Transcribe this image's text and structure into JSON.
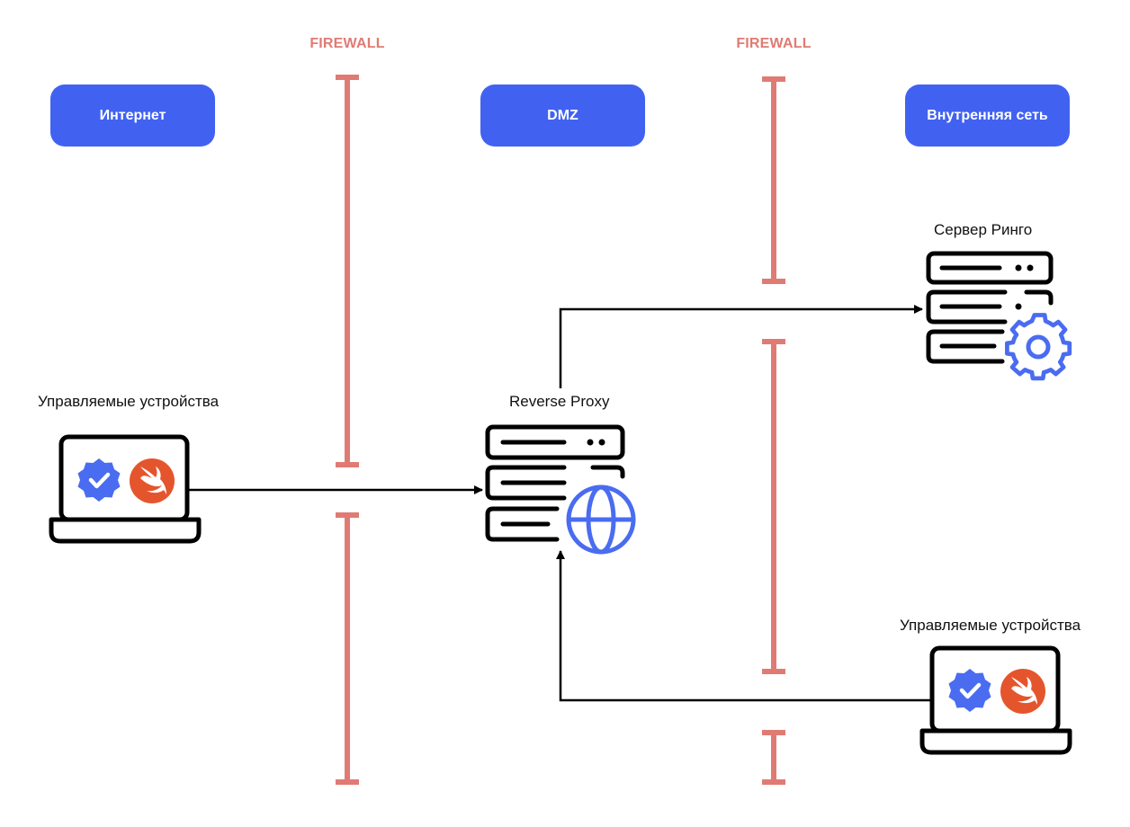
{
  "firewalls": [
    {
      "label": "FIREWALL"
    },
    {
      "label": "FIREWALL"
    }
  ],
  "zones": [
    {
      "label": "Интернет"
    },
    {
      "label": "DMZ"
    },
    {
      "label": "Внутренняя сеть"
    }
  ],
  "nodes": {
    "managed_devices_internet": {
      "label": "Управляемые устройства",
      "icon": "laptop-icon",
      "badges": [
        "verified-badge-icon",
        "swift-icon"
      ]
    },
    "reverse_proxy": {
      "label": "Reverse Proxy",
      "icon": "server-globe-icon"
    },
    "ringo_server": {
      "label": "Сервер Ринго",
      "icon": "server-gear-icon"
    },
    "managed_devices_internal": {
      "label": "Управляемые устройства",
      "icon": "laptop-icon",
      "badges": [
        "verified-badge-icon",
        "swift-icon"
      ]
    }
  },
  "colors": {
    "zone_fill": "#4162f1",
    "firewall": "#e07b74",
    "icon_accent": "#4a6cf0",
    "swift": "#e5552d",
    "line": "#000000"
  }
}
